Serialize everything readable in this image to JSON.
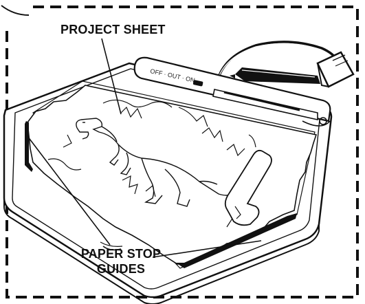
{
  "labels": {
    "project_sheet": "PROJECT SHEET",
    "paper_stop_line1": "PAPER STOP",
    "paper_stop_line2": "GUIDES",
    "switch_text": "OFF · OUT · ON"
  },
  "colors": {
    "ink": "#111111",
    "paper": "#ffffff",
    "border_dash": "#111111"
  },
  "icons": {
    "frame": "dashed-border",
    "device": "light-tracing-board",
    "pen": "stylus-pen-icon",
    "plug": "power-plug-icon"
  }
}
